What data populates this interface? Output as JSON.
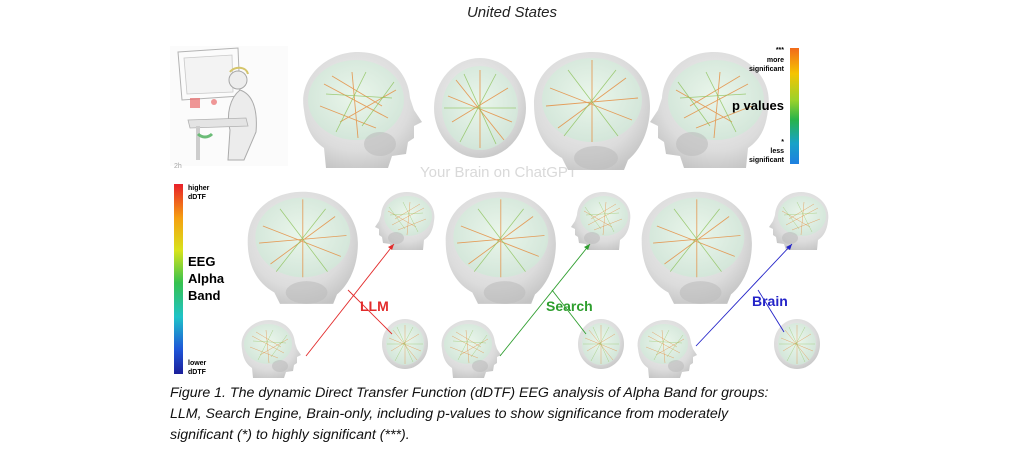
{
  "header": {
    "title": "United States"
  },
  "pvalue_legend": {
    "top_stars": "***",
    "top_label_line1": "more",
    "top_label_line2": "significant",
    "title": "p values",
    "bottom_star": "*",
    "bottom_label_line1": "less",
    "bottom_label_line2": "significant",
    "colors": [
      "#f26a1b",
      "#f5c400",
      "#9bd22a",
      "#27b34b",
      "#17a2c7",
      "#1e7fe0"
    ]
  },
  "dtf_legend": {
    "top_label_line1": "higher",
    "top_label_line2": "dDTF",
    "title_line1": "EEG",
    "title_line2": "Alpha",
    "title_line3": "Band",
    "bottom_label_line1": "lower",
    "bottom_label_line2": "dDTF",
    "colors": [
      "#e8202a",
      "#f5a011",
      "#d8e31c",
      "#36c24f",
      "#1fc3c8",
      "#1f56d8",
      "#1b1f9a"
    ]
  },
  "watermark": "Your Brain on ChatGPT",
  "groups": [
    {
      "label": "LLM",
      "color": "#e22b2b"
    },
    {
      "label": "Search",
      "color": "#2e9e2e"
    },
    {
      "label": "Brain",
      "color": "#2323c8"
    }
  ],
  "caption": {
    "line1": "Figure 1. The dynamic Direct Transfer Function (dDTF) EEG analysis of Alpha Band for groups:",
    "line2": "LLM, Search Engine, Brain-only, including p-values to show significance from moderately",
    "line3": "significant (*) to highly significant (***)."
  }
}
